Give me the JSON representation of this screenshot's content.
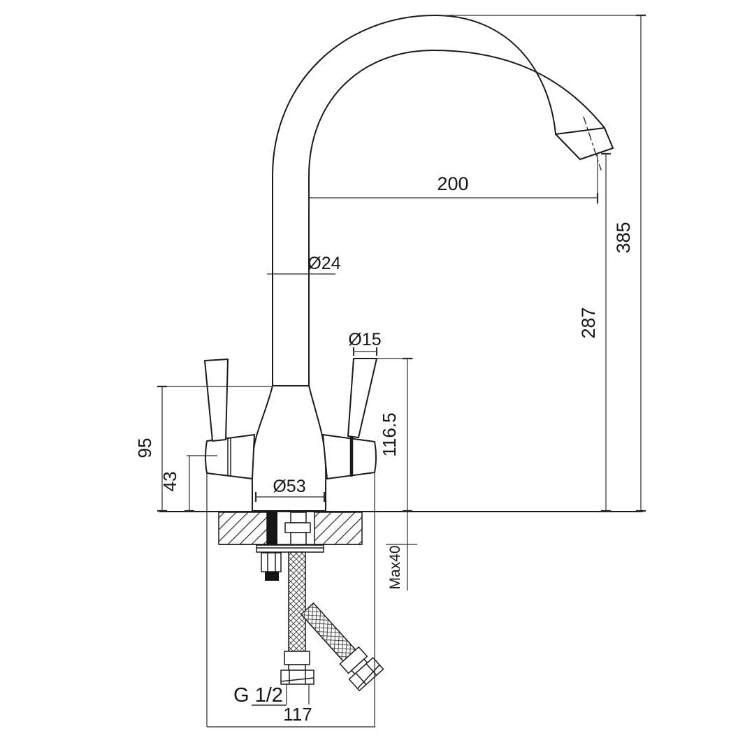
{
  "drawing": {
    "kind": "faucet-installation-dimension-drawing",
    "dims": {
      "reach": "200",
      "overall_height": "385",
      "outlet_height": "287",
      "spout_diameter": "Ø24",
      "handle_diameter": "Ø15",
      "handle_top_height": "116.5",
      "body_top_height": "95",
      "handle_axis_height": "43",
      "base_diameter": "Ø53",
      "max_deck_thickness": "Max40",
      "thread_size": "G 1/2",
      "hose_dimension": "117"
    }
  }
}
